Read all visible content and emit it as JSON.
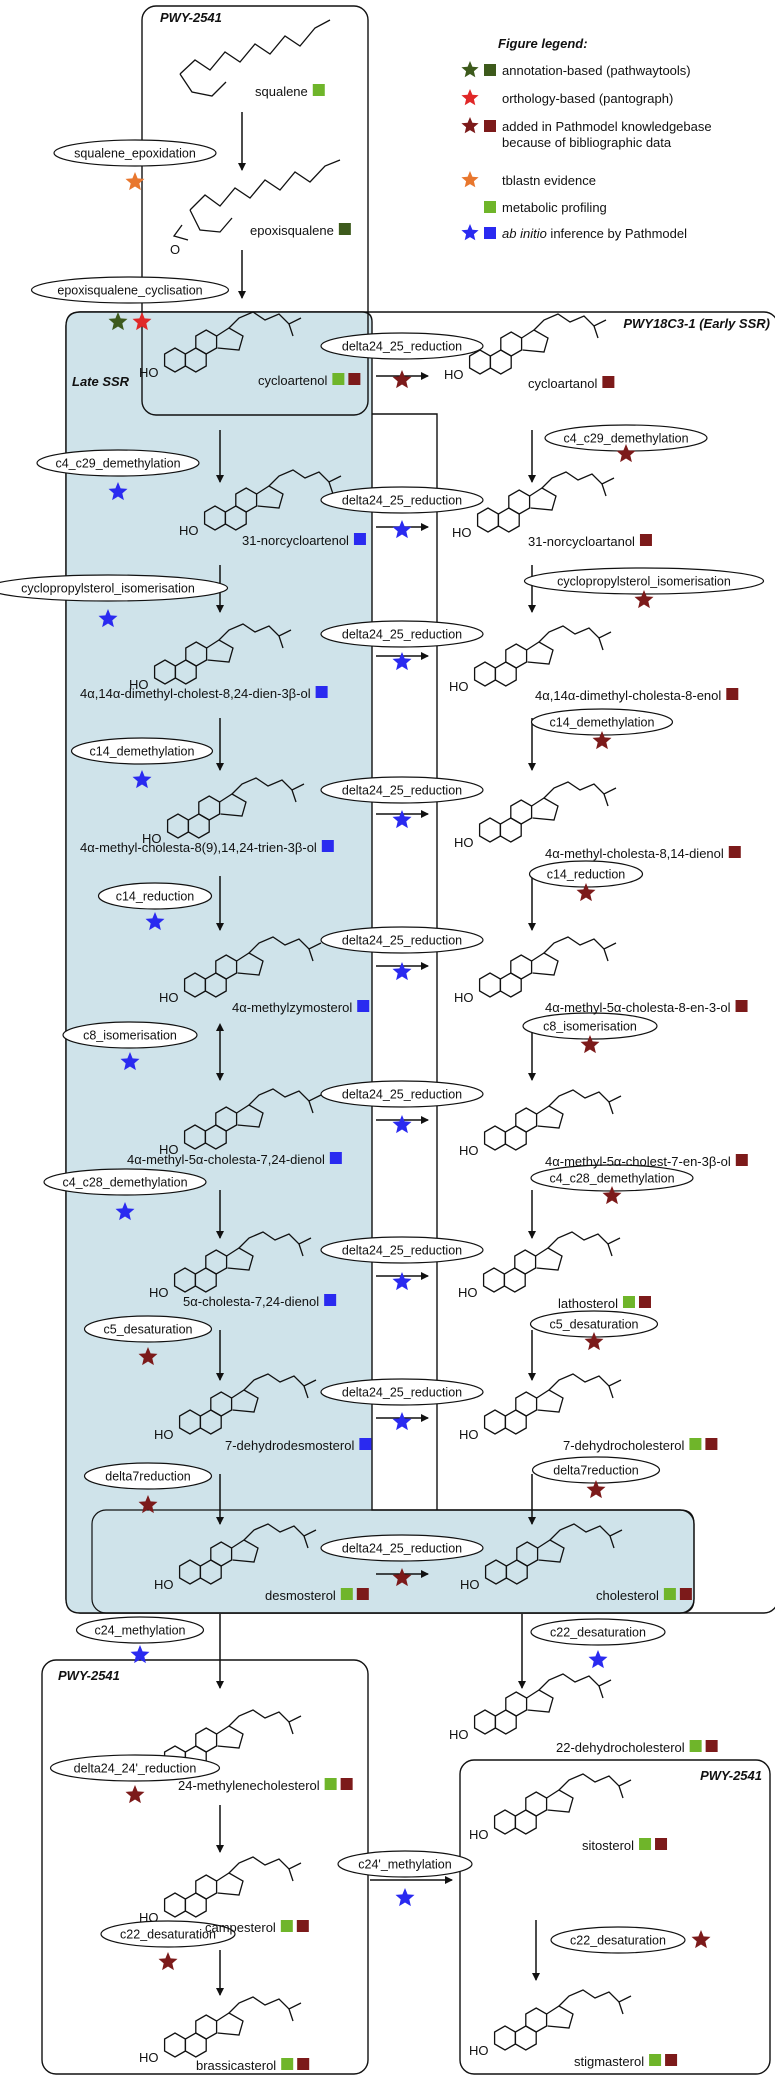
{
  "colors": {
    "annotation": "#3d5a1c",
    "orthology": "#e02828",
    "pathmodel_kb": "#7c1a1a",
    "tblastn": "#e8772e",
    "metabolic": "#6fb52a",
    "abinitio": "#2a2af0",
    "late_ssr_bg": "#cfe3ea"
  },
  "legend": {
    "title": "Figure legend:",
    "items": [
      {
        "text": "annotation-based (pathwaytools)",
        "star": "annotation",
        "square": "annotation"
      },
      {
        "text": "orthology-based (pantograph)",
        "star": "orthology",
        "square": ""
      },
      {
        "text": "added in Pathmodel knowledgebase",
        "text2": "because of bibliographic data",
        "star": "pathmodel_kb",
        "square": "pathmodel_kb"
      },
      {
        "text": "tblastn evidence",
        "star": "tblastn",
        "square": ""
      },
      {
        "text": "metabolic profiling",
        "star": "",
        "square": "metabolic"
      },
      {
        "text_italic": "ab initio",
        "text": " inference by Pathmodel",
        "star": "abinitio",
        "square": "abinitio"
      }
    ]
  },
  "boxes": {
    "top": "PWY-2541",
    "late": "Late SSR",
    "early": "PWY18C3-1 (Early SSR)",
    "bottom_left": "PWY-2541",
    "bottom_right": "PWY-2541"
  },
  "nodes": [
    {
      "id": "squalene",
      "label": "squalene",
      "squares": [
        "metabolic"
      ]
    },
    {
      "id": "epoxisqualene",
      "label": "epoxisqualene",
      "squares": [
        "annotation"
      ]
    },
    {
      "id": "cycloartenol",
      "label": "cycloartenol",
      "squares": [
        "metabolic",
        "pathmodel_kb"
      ]
    },
    {
      "id": "norcycloartenol",
      "label": "31-norcycloartenol",
      "squares": [
        "abinitio"
      ]
    },
    {
      "id": "dimethylcholestdienol",
      "label": "4α,14α-dimethyl-cholest-8,24-dien-3β-ol",
      "squares": [
        "abinitio"
      ]
    },
    {
      "id": "methylcholestatrienol",
      "label": "4α-methyl-cholesta-8(9),14,24-trien-3β-ol",
      "squares": [
        "abinitio"
      ]
    },
    {
      "id": "methylzymosterol",
      "label": "4α-methylzymosterol",
      "squares": [
        "abinitio"
      ]
    },
    {
      "id": "methylcholesta724dienol",
      "label": "4α-methyl-5α-cholesta-7,24-dienol",
      "squares": [
        "abinitio"
      ]
    },
    {
      "id": "cholesta724dienol",
      "label": "5α-cholesta-7,24-dienol",
      "squares": [
        "abinitio"
      ]
    },
    {
      "id": "dehydrodesmosterol",
      "label": "7-dehydrodesmosterol",
      "squares": [
        "abinitio"
      ]
    },
    {
      "id": "desmosterol",
      "label": "desmosterol",
      "squares": [
        "metabolic",
        "pathmodel_kb"
      ]
    },
    {
      "id": "cycloartanol",
      "label": "cycloartanol",
      "squares": [
        "pathmodel_kb"
      ]
    },
    {
      "id": "norcycloartanol",
      "label": "31-norcycloartanol",
      "squares": [
        "pathmodel_kb"
      ]
    },
    {
      "id": "dimethylcholestaenol",
      "label": "4α,14α-dimethyl-cholesta-8-enol",
      "squares": [
        "pathmodel_kb"
      ]
    },
    {
      "id": "methylcholesta814dienol",
      "label": "4α-methyl-cholesta-8,14-dienol",
      "squares": [
        "pathmodel_kb"
      ]
    },
    {
      "id": "methylcholesta8en3ol",
      "label": "4α-methyl-5α-cholesta-8-en-3-ol",
      "squares": [
        "pathmodel_kb"
      ]
    },
    {
      "id": "methylcholest7en3bol",
      "label": "4α-methyl-5α-cholest-7-en-3β-ol",
      "squares": [
        "pathmodel_kb"
      ]
    },
    {
      "id": "lathosterol",
      "label": "lathosterol",
      "squares": [
        "metabolic",
        "pathmodel_kb"
      ]
    },
    {
      "id": "dehydrocholesterol7",
      "label": "7-dehydrocholesterol",
      "squares": [
        "metabolic",
        "pathmodel_kb"
      ]
    },
    {
      "id": "cholesterol",
      "label": "cholesterol",
      "squares": [
        "metabolic",
        "pathmodel_kb"
      ]
    },
    {
      "id": "dehydrocholesterol22",
      "label": "22-dehydrocholesterol",
      "squares": [
        "metabolic",
        "pathmodel_kb"
      ]
    },
    {
      "id": "methylenecholesterol",
      "label": "24-methylenecholesterol",
      "squares": [
        "metabolic",
        "pathmodel_kb"
      ]
    },
    {
      "id": "campesterol",
      "label": "campesterol",
      "squares": [
        "metabolic",
        "pathmodel_kb"
      ]
    },
    {
      "id": "brassicasterol",
      "label": "brassicasterol",
      "squares": [
        "metabolic",
        "pathmodel_kb"
      ]
    },
    {
      "id": "sitosterol",
      "label": "sitosterol",
      "squares": [
        "metabolic",
        "pathmodel_kb"
      ]
    },
    {
      "id": "stigmasterol",
      "label": "stigmasterol",
      "squares": [
        "metabolic",
        "pathmodel_kb"
      ]
    }
  ],
  "reactions": [
    {
      "id": "r_squalene_epoxidation",
      "label": "squalene_epoxidation",
      "stars": [
        "tblastn"
      ]
    },
    {
      "id": "r_epoxisqualene_cyclisation",
      "label": "epoxisqualene_cyclisation",
      "stars": [
        "annotation",
        "orthology"
      ]
    },
    {
      "id": "r_d24_1",
      "label": "delta24_25_reduction",
      "stars": [
        "pathmodel_kb"
      ]
    },
    {
      "id": "r_c4c29_l",
      "label": "c4_c29_demethylation",
      "stars": [
        "abinitio"
      ]
    },
    {
      "id": "r_d24_2",
      "label": "delta24_25_reduction",
      "stars": [
        "abinitio"
      ]
    },
    {
      "id": "r_cpi_l",
      "label": "cyclopropylsterol_isomerisation",
      "stars": [
        "abinitio"
      ]
    },
    {
      "id": "r_d24_3",
      "label": "delta24_25_reduction",
      "stars": [
        "abinitio"
      ]
    },
    {
      "id": "r_c14dem_l",
      "label": "c14_demethylation",
      "stars": [
        "abinitio"
      ]
    },
    {
      "id": "r_d24_4",
      "label": "delta24_25_reduction",
      "stars": [
        "abinitio"
      ]
    },
    {
      "id": "r_c14red_l",
      "label": "c14_reduction",
      "stars": [
        "abinitio"
      ]
    },
    {
      "id": "r_d24_5",
      "label": "delta24_25_reduction",
      "stars": [
        "abinitio"
      ]
    },
    {
      "id": "r_c8iso_l",
      "label": "c8_isomerisation",
      "stars": [
        "abinitio"
      ]
    },
    {
      "id": "r_d24_6",
      "label": "delta24_25_reduction",
      "stars": [
        "abinitio"
      ]
    },
    {
      "id": "r_c4c28_l",
      "label": "c4_c28_demethylation",
      "stars": [
        "abinitio"
      ]
    },
    {
      "id": "r_d24_7",
      "label": "delta24_25_reduction",
      "stars": [
        "abinitio"
      ]
    },
    {
      "id": "r_c5des_l",
      "label": "c5_desaturation",
      "stars": [
        "pathmodel_kb"
      ]
    },
    {
      "id": "r_d24_8",
      "label": "delta24_25_reduction",
      "stars": [
        "abinitio"
      ]
    },
    {
      "id": "r_d7red_l",
      "label": "delta7reduction",
      "stars": [
        "pathmodel_kb"
      ]
    },
    {
      "id": "r_d24_9",
      "label": "delta24_25_reduction",
      "stars": [
        "pathmodel_kb"
      ]
    },
    {
      "id": "r_c4c29_r",
      "label": "c4_c29_demethylation",
      "stars": [
        "pathmodel_kb"
      ]
    },
    {
      "id": "r_cpi_r",
      "label": "cyclopropylsterol_isomerisation",
      "stars": [
        "pathmodel_kb"
      ]
    },
    {
      "id": "r_c14dem_r",
      "label": "c14_demethylation",
      "stars": [
        "pathmodel_kb"
      ]
    },
    {
      "id": "r_c14red_r",
      "label": "c14_reduction",
      "stars": [
        "pathmodel_kb"
      ]
    },
    {
      "id": "r_c8iso_r",
      "label": "c8_isomerisation",
      "stars": [
        "pathmodel_kb"
      ]
    },
    {
      "id": "r_c4c28_r",
      "label": "c4_c28_demethylation",
      "stars": [
        "pathmodel_kb"
      ]
    },
    {
      "id": "r_c5des_r",
      "label": "c5_desaturation",
      "stars": [
        "pathmodel_kb"
      ]
    },
    {
      "id": "r_d7red_r",
      "label": "delta7reduction",
      "stars": [
        "pathmodel_kb"
      ]
    },
    {
      "id": "r_c24meth",
      "label": "c24_methylation",
      "stars": [
        "abinitio"
      ]
    },
    {
      "id": "r_c22des_r",
      "label": "c22_desaturation",
      "stars": [
        "abinitio"
      ]
    },
    {
      "id": "r_d2424",
      "label": "delta24_24'_reduction",
      "stars": [
        "pathmodel_kb"
      ]
    },
    {
      "id": "r_c22des_bl",
      "label": "c22_desaturation",
      "stars": [
        "pathmodel_kb"
      ]
    },
    {
      "id": "r_c24pmeth",
      "label": "c24'_methylation",
      "stars": [
        "abinitio"
      ]
    },
    {
      "id": "r_c22des_br",
      "label": "c22_desaturation",
      "stars": [
        "pathmodel_kb"
      ]
    }
  ]
}
